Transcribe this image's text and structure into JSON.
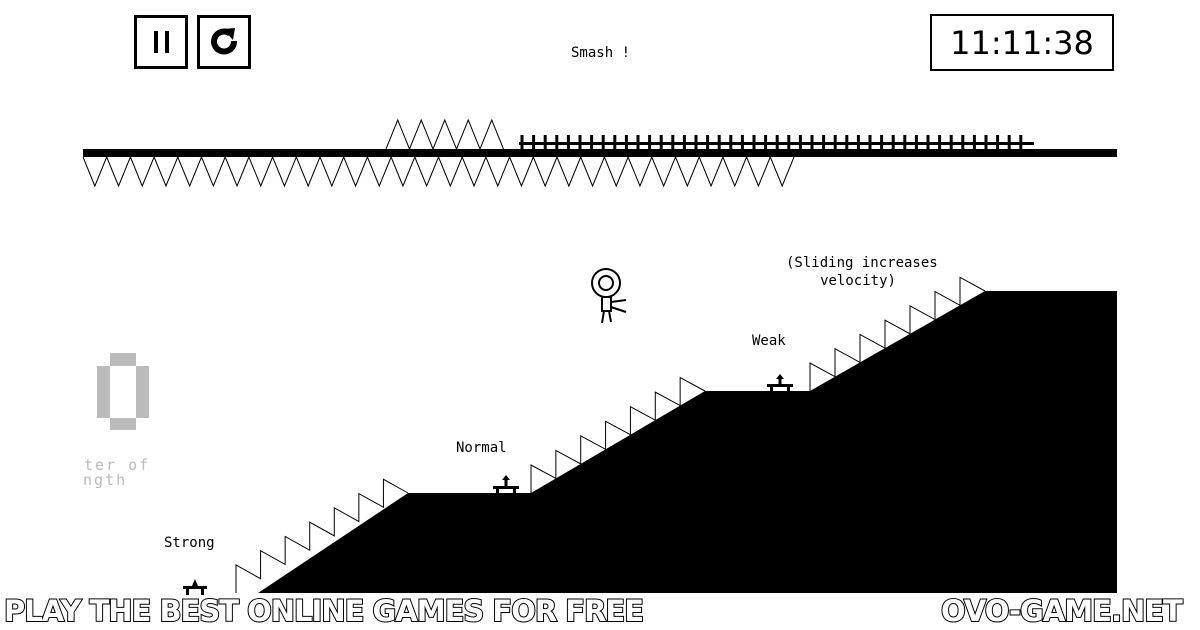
{
  "hud": {
    "pause_icon": "pause-icon",
    "restart_icon": "restart-icon",
    "timer": "11:11:38"
  },
  "level": {
    "top_text": "Smash !",
    "normal_label": "Normal",
    "weak_label": "Weak",
    "strong_label": "Strong",
    "sliding_line1": "(Sliding increases",
    "sliding_line2": "velocity)",
    "meter_value": "0",
    "meter_line1": "ter of",
    "meter_line2": "ength"
  },
  "footer": {
    "left": "PLAY THE BEST ONLINE GAMES FOR FREE",
    "right": "OVO-GAME.NET"
  },
  "colors": {
    "terrain": "#000000",
    "background": "#ffffff",
    "meter": "#bbbbbb"
  }
}
